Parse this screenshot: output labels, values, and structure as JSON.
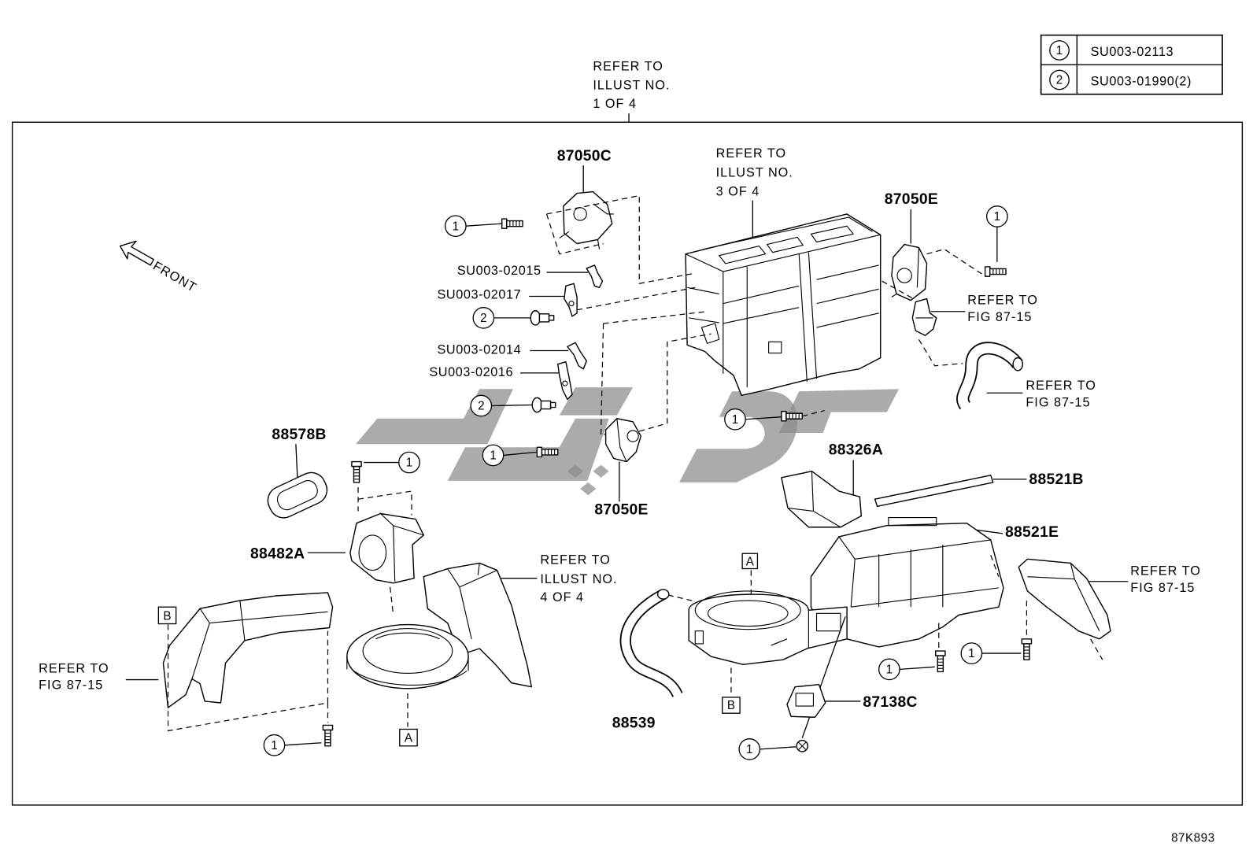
{
  "legend": {
    "rows": [
      {
        "marker": "1",
        "code": "SU003-02113"
      },
      {
        "marker": "2",
        "code": "SU003-01990(2)"
      }
    ]
  },
  "markers": {
    "one": "1",
    "two": "2"
  },
  "front_label": "FRONT",
  "references": {
    "illust_1_of_4": [
      "REFER TO",
      "ILLUST NO.",
      "1 OF 4"
    ],
    "illust_3_of_4": [
      "REFER TO",
      "ILLUST NO.",
      "3 OF 4"
    ],
    "illust_4_of_4": [
      "REFER TO",
      "ILLUST NO.",
      "4 OF 4"
    ],
    "fig_87_15": [
      "REFER TO",
      "FIG 87-15"
    ]
  },
  "parts": {
    "label_87050C": "87050C",
    "label_87050E_upper": "87050E",
    "label_87050E_lower": "87050E",
    "label_SU003_02015": "SU003-02015",
    "label_SU003_02017": "SU003-02017",
    "label_SU003_02014": "SU003-02014",
    "label_SU003_02016": "SU003-02016",
    "label_88578B": "88578B",
    "label_88482A": "88482A",
    "label_88326A": "88326A",
    "label_88521B": "88521B",
    "label_88521E": "88521E",
    "label_88539": "88539",
    "label_87138C": "87138C"
  },
  "box_labels": {
    "a": "A",
    "b": "B"
  },
  "illustration_code": "87K893"
}
